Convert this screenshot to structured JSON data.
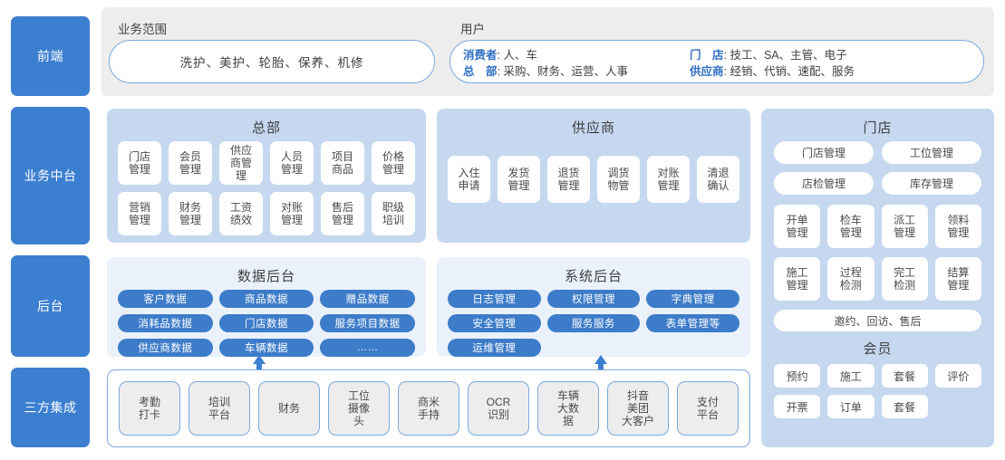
{
  "rail": [
    {
      "label": "前端"
    },
    {
      "label": "业务中台"
    },
    {
      "label": "后台"
    },
    {
      "label": "三方集成"
    }
  ],
  "front_end": {
    "scope": {
      "label": "业务范围",
      "value": "洗护、美护、轮胎、保养、机修"
    },
    "users": {
      "label": "用户",
      "rows": [
        {
          "key": "消费者",
          "value": "人、车"
        },
        {
          "key": "总　部",
          "value": "采购、财务、运营、人事"
        },
        {
          "key": "门　店",
          "value": "技工、SA、主管、电子"
        },
        {
          "key": "供应商",
          "value": "经销、代销、速配、服务"
        }
      ]
    }
  },
  "middle_platform": {
    "headquarters": {
      "title": "总部",
      "tiles": [
        "门店\n管理",
        "会员\n管理",
        "供应\n商管\n理",
        "人员\n管理",
        "项目\n商品",
        "价格\n管理",
        "营销\n管理",
        "财务\n管理",
        "工资\n绩效",
        "对账\n管理",
        "售后\n管理",
        "职级\n培训"
      ]
    },
    "supplier": {
      "title": "供应商",
      "tiles": [
        "入住\n申请",
        "发货\n管理",
        "退货\n管理",
        "调货\n物管",
        "对账\n管理",
        "清退\n确认"
      ]
    },
    "store": {
      "title": "门店",
      "wide_tiles": [
        "门店管理",
        "工位管理",
        "店检管理",
        "库存管理"
      ],
      "quad_tiles_1": [
        "开单\n管理",
        "检车\n管理",
        "派工\n管理",
        "领料\n管理"
      ],
      "quad_tiles_2": [
        "施工\n管理",
        "过程\n检测",
        "完工\n检测",
        "结算\n管理"
      ],
      "single_tile": "邀约、回访、售后",
      "member": {
        "title": "会员",
        "tiles": [
          "预约",
          "施工",
          "套餐",
          "评价",
          "开票",
          "订单",
          "套餐",
          ""
        ]
      }
    }
  },
  "backend": {
    "data_backend": {
      "title": "数据后台",
      "pills": [
        "客户数据",
        "商品数据",
        "赠品数据",
        "消耗品数据",
        "门店数据",
        "服务项目数据",
        "供应商数据",
        "车辆数据",
        "……"
      ]
    },
    "system_backend": {
      "title": "系统后台",
      "pills": [
        "日志管理",
        "权限管理",
        "字典管理",
        "安全管理",
        "服务服务",
        "表单管理等",
        "运维管理",
        "",
        ""
      ]
    }
  },
  "third_party": {
    "tiles": [
      "考勤\n打卡",
      "培训\n平台",
      "财务",
      "工位\n摄像\n头",
      "商米\n手持",
      "OCR\n识别",
      "车辆\n大数\n据",
      "抖音\n美团\n大客户",
      "支付\n平台"
    ]
  },
  "colors": {
    "rail_blue": "#3c7fd0",
    "panel_blue": "#c5d8ef",
    "panel_light_blue": "#eaf1fb",
    "pill_blue": "#3d7cc9",
    "gray_panel": "#ededed",
    "outline_blue": "#7aa9de"
  }
}
